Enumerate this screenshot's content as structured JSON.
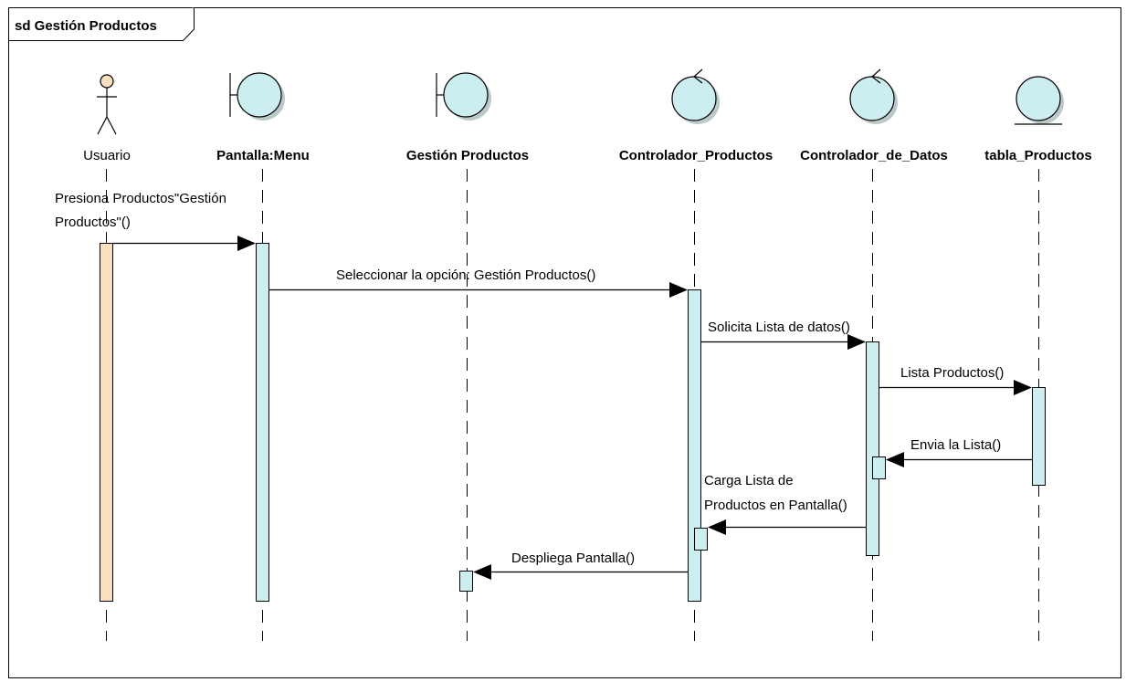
{
  "frame": {
    "title": "sd Gestión Productos"
  },
  "colors": {
    "boundary_fill": "#cdeef0",
    "actor_activation_fill": "#f9dfc0",
    "activation_fill": "#cdeef0",
    "line": "#000000"
  },
  "lifelines": [
    {
      "id": "usuario",
      "kind": "actor",
      "label": "Usuario",
      "bold": false
    },
    {
      "id": "pantalla-menu",
      "kind": "boundary",
      "label": "Pantalla:Menu",
      "bold": true
    },
    {
      "id": "gestion-productos",
      "kind": "boundary",
      "label": "Gestión Productos",
      "bold": true
    },
    {
      "id": "controlador-productos",
      "kind": "control",
      "label": "Controlador_Productos",
      "bold": true
    },
    {
      "id": "controlador-de-datos",
      "kind": "control",
      "label": "Controlador_de_Datos",
      "bold": true
    },
    {
      "id": "tabla-productos",
      "kind": "entity",
      "label": "tabla_Productos",
      "bold": true
    }
  ],
  "messages": [
    {
      "id": "msg-presiona",
      "lines": [
        "Presiona Productos\"Gestión",
        "Productos\"()"
      ]
    },
    {
      "id": "msg-seleccionar",
      "lines": [
        "Seleccionar la opción:  Gestión Productos()"
      ]
    },
    {
      "id": "msg-solicita",
      "lines": [
        "Solicita Lista de datos()"
      ]
    },
    {
      "id": "msg-lista",
      "lines": [
        "Lista Productos()"
      ]
    },
    {
      "id": "msg-envia",
      "lines": [
        "Envia la Lista()"
      ]
    },
    {
      "id": "msg-carga",
      "lines": [
        "Carga Lista de",
        "Productos en Pantalla()"
      ]
    },
    {
      "id": "msg-despliega",
      "lines": [
        "Despliega Pantalla()"
      ]
    }
  ]
}
